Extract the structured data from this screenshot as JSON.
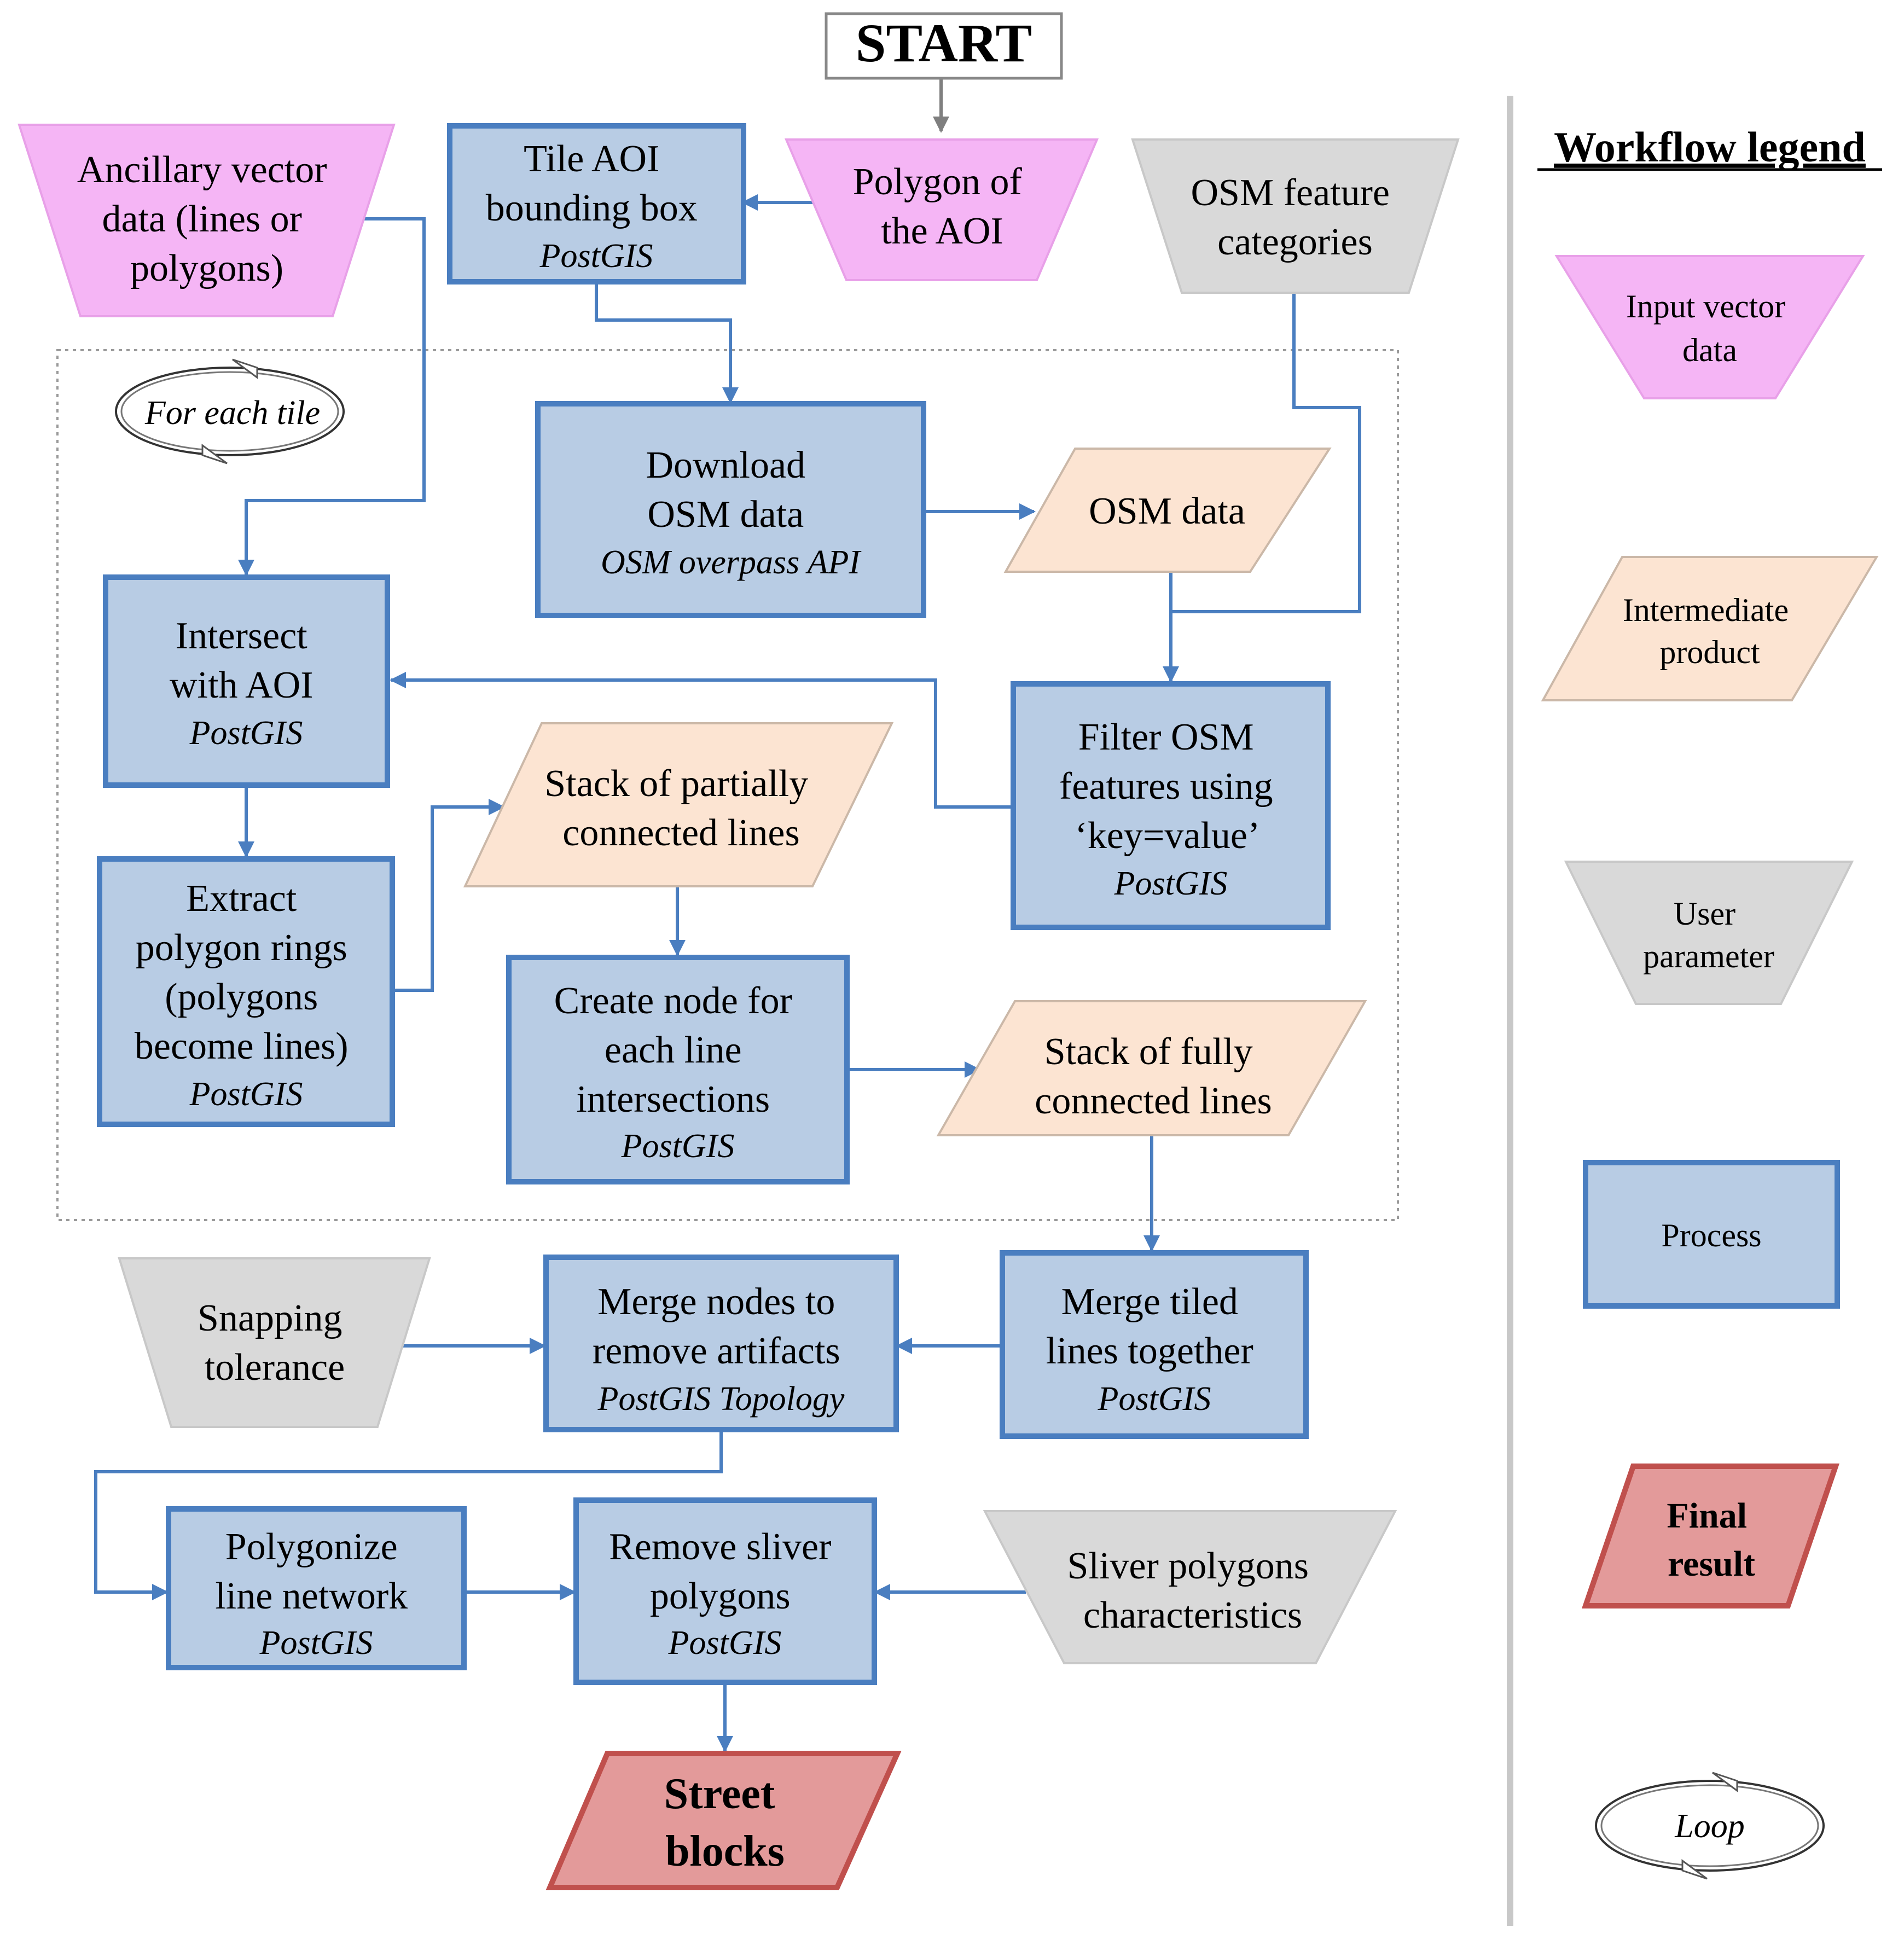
{
  "start": {
    "label": "START"
  },
  "loop_label": "For each tile",
  "nodes": {
    "ancillary": {
      "lines": [
        "Ancillary vector",
        "data (lines or",
        "polygons)"
      ]
    },
    "tile_aoi": {
      "lines": [
        "Tile AOI",
        "bounding box"
      ],
      "tool": "PostGIS"
    },
    "polygon_aoi": {
      "lines": [
        "Polygon of",
        "the AOI"
      ]
    },
    "osm_categories": {
      "lines": [
        "OSM feature",
        "categories"
      ]
    },
    "download_osm": {
      "lines": [
        "Download",
        "OSM data"
      ],
      "tool": "OSM overpass API"
    },
    "osm_data": {
      "lines": [
        "OSM data"
      ]
    },
    "intersect": {
      "lines": [
        "Intersect",
        "with AOI"
      ],
      "tool": "PostGIS"
    },
    "filter_osm": {
      "lines": [
        "Filter OSM",
        "features using",
        "‘key=value’"
      ],
      "tool": "PostGIS"
    },
    "stack_partial": {
      "lines": [
        "Stack of partially",
        "connected lines"
      ]
    },
    "extract_rings": {
      "lines": [
        "Extract",
        "polygon rings",
        "(polygons",
        "become lines)"
      ],
      "tool": "PostGIS"
    },
    "create_node": {
      "lines": [
        "Create node for",
        "each line",
        "intersections"
      ],
      "tool": "PostGIS"
    },
    "stack_full": {
      "lines": [
        "Stack of fully",
        "connected lines"
      ]
    },
    "snapping": {
      "lines": [
        "Snapping",
        "tolerance"
      ]
    },
    "merge_nodes": {
      "lines": [
        "Merge nodes to",
        "remove artifacts"
      ],
      "tool": "PostGIS Topology"
    },
    "merge_tiled": {
      "lines": [
        "Merge tiled",
        "lines together"
      ],
      "tool": "PostGIS"
    },
    "polygonize": {
      "lines": [
        "Polygonize",
        "line network"
      ],
      "tool": "PostGIS"
    },
    "remove_sliver": {
      "lines": [
        "Remove sliver",
        "polygons"
      ],
      "tool": "PostGIS"
    },
    "sliver_chars": {
      "lines": [
        "Sliver polygons",
        "characteristics"
      ]
    },
    "street_blocks": {
      "lines": [
        "Street",
        "blocks"
      ]
    }
  },
  "legend": {
    "title": "Workflow legend",
    "input": {
      "lines": [
        "Input vector",
        "data"
      ]
    },
    "intermediate": {
      "lines": [
        "Intermediate",
        "product"
      ]
    },
    "user_param": {
      "lines": [
        "User",
        "parameter"
      ]
    },
    "process": {
      "lines": [
        "Process"
      ]
    },
    "final": {
      "lines": [
        "Final",
        "result"
      ]
    },
    "loop": {
      "lines": [
        "Loop"
      ]
    }
  },
  "colors": {
    "input_fill": "#f5b5f5",
    "intermediate_fill": "#fce4d2",
    "user_fill": "#d9d9d9",
    "process_fill": "#b8cce4",
    "process_stroke": "#4a7ec0",
    "final_fill": "#e39a9a",
    "final_stroke": "#c0504d",
    "arrow": "#4a7ec0",
    "start_arrow": "#7f7f7f"
  }
}
